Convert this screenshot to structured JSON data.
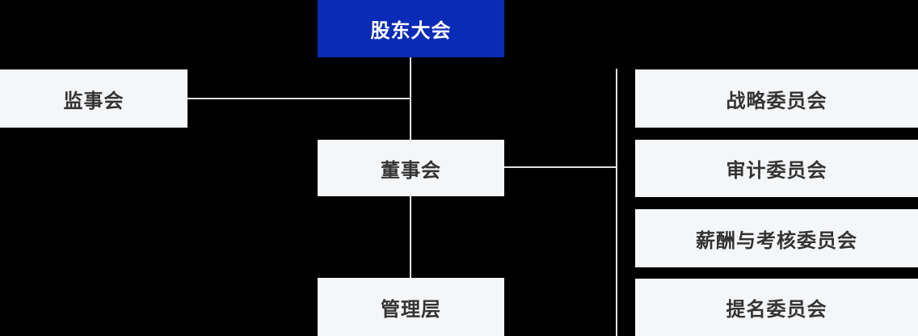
{
  "colors": {
    "background": "#000000",
    "primary_box": "#0A2BB5",
    "secondary_box": "#F5F6F8",
    "connector": "#E0E0E0",
    "text_primary": "#FFFFFF",
    "text_secondary": "#333333"
  },
  "org_chart": {
    "shareholders_meeting": {
      "label": "股东大会"
    },
    "supervisory_board": {
      "label": "监事会"
    },
    "board_of_directors": {
      "label": "董事会"
    },
    "management": {
      "label": "管理层"
    },
    "committees": [
      {
        "label": "战略委员会"
      },
      {
        "label": "审计委员会"
      },
      {
        "label": "薪酬与考核委员会"
      },
      {
        "label": "提名委员会"
      }
    ]
  }
}
